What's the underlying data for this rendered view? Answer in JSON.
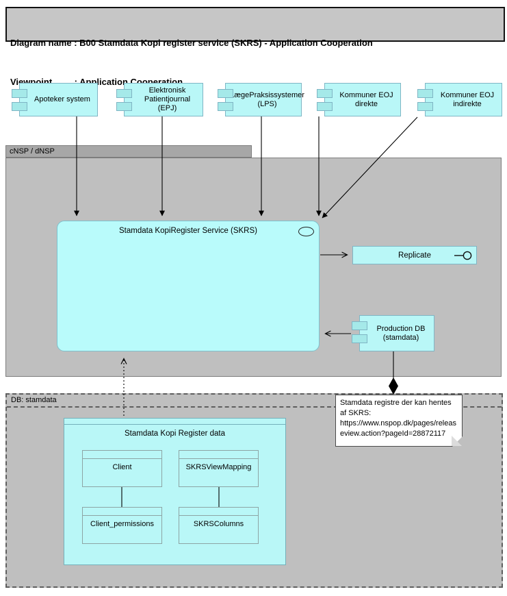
{
  "title": {
    "line1": "Diagram name : B00 Stamdata Kopi register service (SKRS) - Application Cooperation",
    "line2": "Viewpoint         : Application Cooperation"
  },
  "external_systems": [
    {
      "label": "Apoteker system"
    },
    {
      "label": "Elektronisk Patientjournal (EPJ)"
    },
    {
      "label": "LægePraksissystemer (LPS)"
    },
    {
      "label": "Kommuner EOJ direkte"
    },
    {
      "label": "Kommuner EOJ indirekte"
    }
  ],
  "groups": {
    "cnsp": {
      "label": "cNSP / dNSP"
    },
    "db": {
      "label": "DB: stamdata"
    }
  },
  "service": {
    "label": "Stamdata KopiRegister Service (SKRS)"
  },
  "interface": {
    "label": "Replicate"
  },
  "production_db": {
    "label": "Production DB (stamdata)"
  },
  "data_model": {
    "title": "Stamdata Kopi Register data",
    "tables": [
      {
        "label": "Client"
      },
      {
        "label": "SKRSViewMapping"
      },
      {
        "label": "Client_permissions"
      },
      {
        "label": "SKRSColumns"
      }
    ]
  },
  "note": {
    "text": "Stamdata registre der kan hentes af SKRS: https://www.nspop.dk/pages/releaseview.action?pageId=28872117"
  },
  "colors": {
    "element_fill": "#b9f7f7",
    "element_border": "#7fb5c4",
    "group_fill": "#bfbfbf",
    "group_tab_fill": "#a7a7a7",
    "title_fill": "#c6c6c6",
    "note_fill": "#ffffff",
    "connector": "#000000"
  }
}
